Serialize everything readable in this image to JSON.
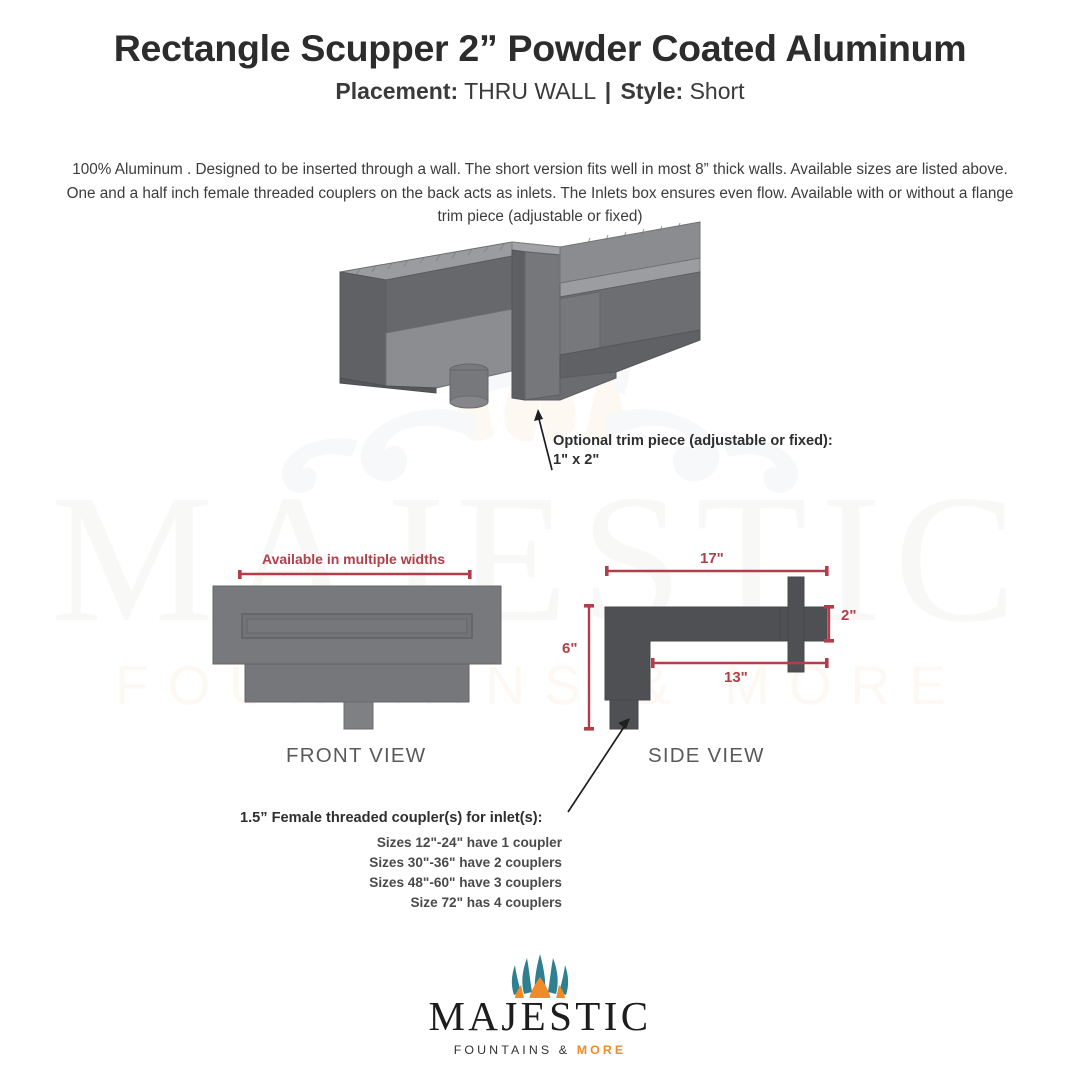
{
  "header": {
    "title": "Rectangle Scupper 2” Powder Coated Aluminum",
    "placement_label": "Placement:",
    "placement_value": "THRU WALL",
    "separator": "|",
    "style_label": "Style:",
    "style_value": "Short"
  },
  "description": "100% Aluminum . Designed to be inserted through a wall. The short version fits well in most 8” thick walls. Available sizes are listed above. One and a half inch female threaded couplers on the back acts as inlets. The Inlets box ensures even flow. Available with or without a flange trim piece (adjustable or fixed)",
  "callouts": {
    "trim_line1": "Optional trim piece (adjustable or fixed):",
    "trim_line2": "1\" x 2\"",
    "coupler_heading": "1.5” Female threaded coupler(s) for inlet(s):",
    "coupler_items": [
      "Sizes 12\"-24\" have 1 coupler",
      "Sizes 30\"-36\" have 2 couplers",
      "Sizes 48\"-60\" have 3 couplers",
      "Size 72\" has 4 couplers"
    ]
  },
  "views": {
    "front_label": "FRONT VIEW",
    "side_label": "SIDE VIEW"
  },
  "dimensions": {
    "width_note": "Available in multiple widths",
    "length_overall": "17\"",
    "length_spout": "13\"",
    "height_spout": "2\"",
    "height_body": "6\""
  },
  "logo": {
    "wordmark": "MAJESTIC",
    "tagline_primary": "FOUNTAINS &",
    "tagline_accent": "MORE"
  },
  "watermark": {
    "wordmark": "MAJESTIC",
    "tagline": "FOUNTAINS & MORE"
  },
  "colors": {
    "accent_red": "#b03f49",
    "metal_dark": "#4f5053",
    "metal_mid": "#6e6f72",
    "metal_light": "#8e9093",
    "logo_teal": "#2e7f90",
    "logo_orange": "#ef8b28",
    "text_dark": "#2c2c2c"
  }
}
